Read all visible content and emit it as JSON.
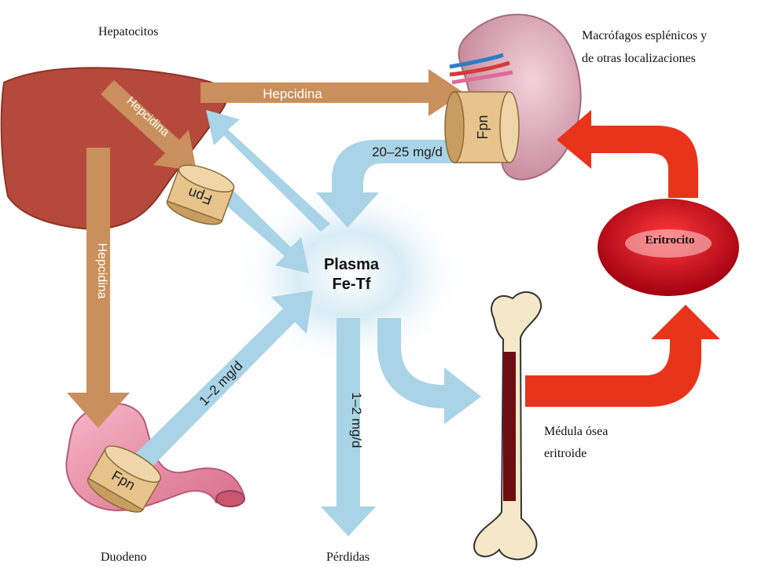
{
  "labels": {
    "hepatocytes": "Hepatocitos",
    "macrophages_line1": "Macrófagos  esplénicos y",
    "macrophages_line2": "de otras localizaciones",
    "erythrocyte": "Eritrocito",
    "marrow_line1": "Médula ósea",
    "marrow_line2": "eritroide",
    "duodenum": "Duodeno",
    "losses": "Pérdidas",
    "plasma_line1": "Plasma",
    "plasma_line2": "Fe-Tf"
  },
  "arrows": {
    "hepcidin_top": "Hepcidina",
    "hepcidin_diag": "Hepcidina",
    "hepcidin_vertical": "Hepcidina",
    "macrophage_flow": "20–25 mg/d",
    "duodenum_flow": "1–2 mg/d",
    "loss_flow": "1–2 mg/d"
  },
  "transporters": {
    "liver": "Fpn",
    "spleen": "Fpn",
    "duodenum": "Fpn"
  },
  "colors": {
    "liver": "#b5493c",
    "hepcidin_arrow": "#c98f5c",
    "iron_arrow": "#a9d3e6",
    "red_arrow": "#e8341a",
    "erythrocyte": "#c8101c",
    "fpn": "#e6c48c"
  }
}
